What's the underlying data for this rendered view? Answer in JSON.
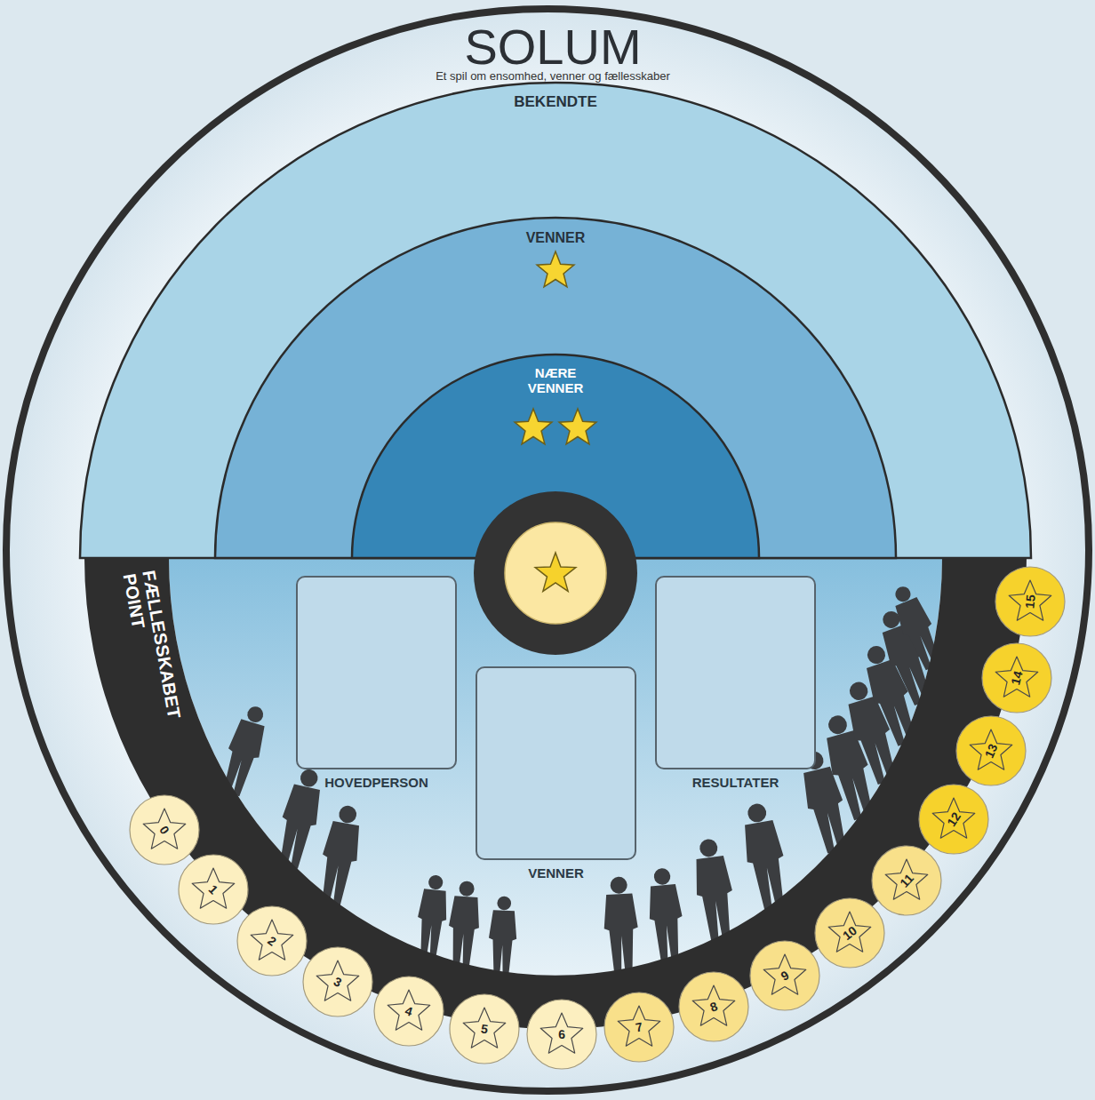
{
  "diagram": {
    "title": "SOLUM",
    "nodes": [
      {
        "text": [
          "BEKENDTE"
        ]
      },
      {
        "text": [
          "VENNER"
        ],
        "in": 0
      },
      {
        "text": [
          "NÆRE VENNER"
        ],
        "in": 1
      },
      {
        "text": [
          "FÆLLESSKABET POINT"
        ]
      },
      {
        "text": [
          "HOVEDPERSON"
        ]
      },
      {
        "text": [
          "VENNER"
        ]
      },
      {
        "text": [
          "RESULTATER"
        ]
      },
      {
        "text": [
          "0"
        ]
      },
      {
        "text": [
          "1"
        ]
      },
      {
        "text": [
          "2"
        ]
      },
      {
        "text": [
          "3"
        ]
      },
      {
        "text": [
          "4"
        ]
      },
      {
        "text": [
          "5"
        ]
      },
      {
        "text": [
          "6"
        ]
      },
      {
        "text": [
          "7"
        ]
      },
      {
        "text": [
          "8"
        ]
      },
      {
        "text": [
          "9"
        ]
      },
      {
        "text": [
          "10"
        ]
      },
      {
        "text": [
          "11"
        ]
      },
      {
        "text": [
          "12"
        ]
      },
      {
        "text": [
          "13"
        ]
      },
      {
        "text": [
          "14"
        ]
      },
      {
        "text": [
          "15"
        ]
      }
    ],
    "labels": [
      "Et spil om ensomhed, venner og fællesskaber"
    ]
  }
}
